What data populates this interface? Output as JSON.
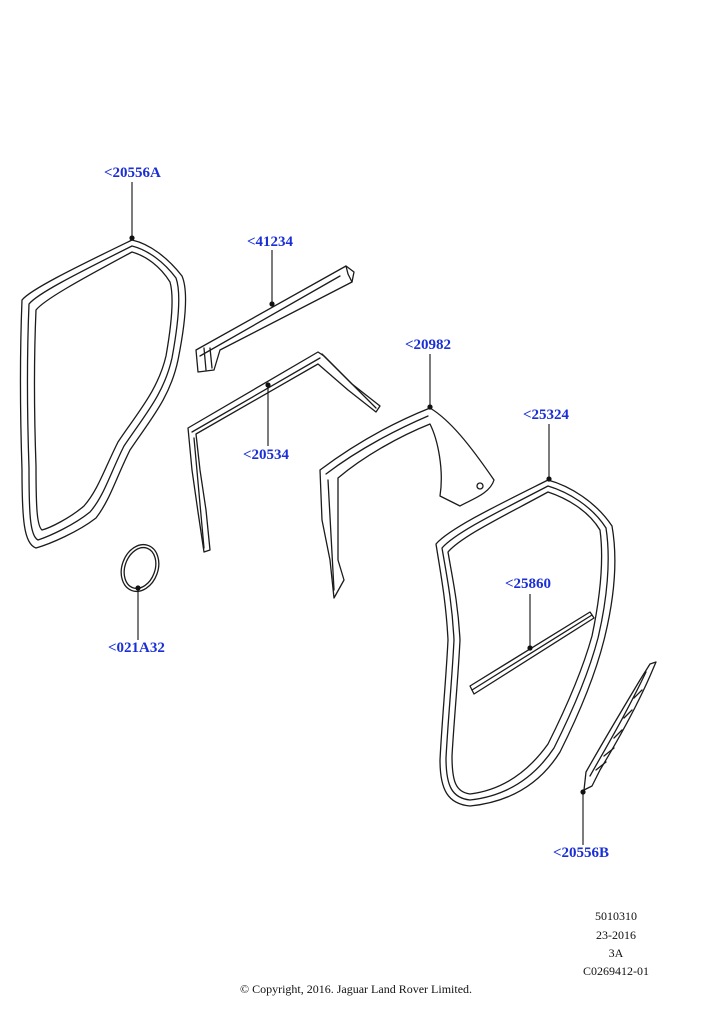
{
  "callouts": {
    "c20556A": "<20556A",
    "c41234": "<41234",
    "c20982": "<20982",
    "c20534": "<20534",
    "c25324": "<25324",
    "c25860": "<25860",
    "c021A32": "<021A32",
    "c20556B": "<20556B"
  },
  "meta": {
    "line1": "5010310",
    "line2": "23-2016",
    "line3": "3A",
    "line4": "C0269412-01"
  },
  "copyright": "© Copyright, 2016. Jaguar Land Rover Limited.",
  "colors": {
    "callout": "#1a2fd6",
    "line": "#1b1b1b"
  }
}
